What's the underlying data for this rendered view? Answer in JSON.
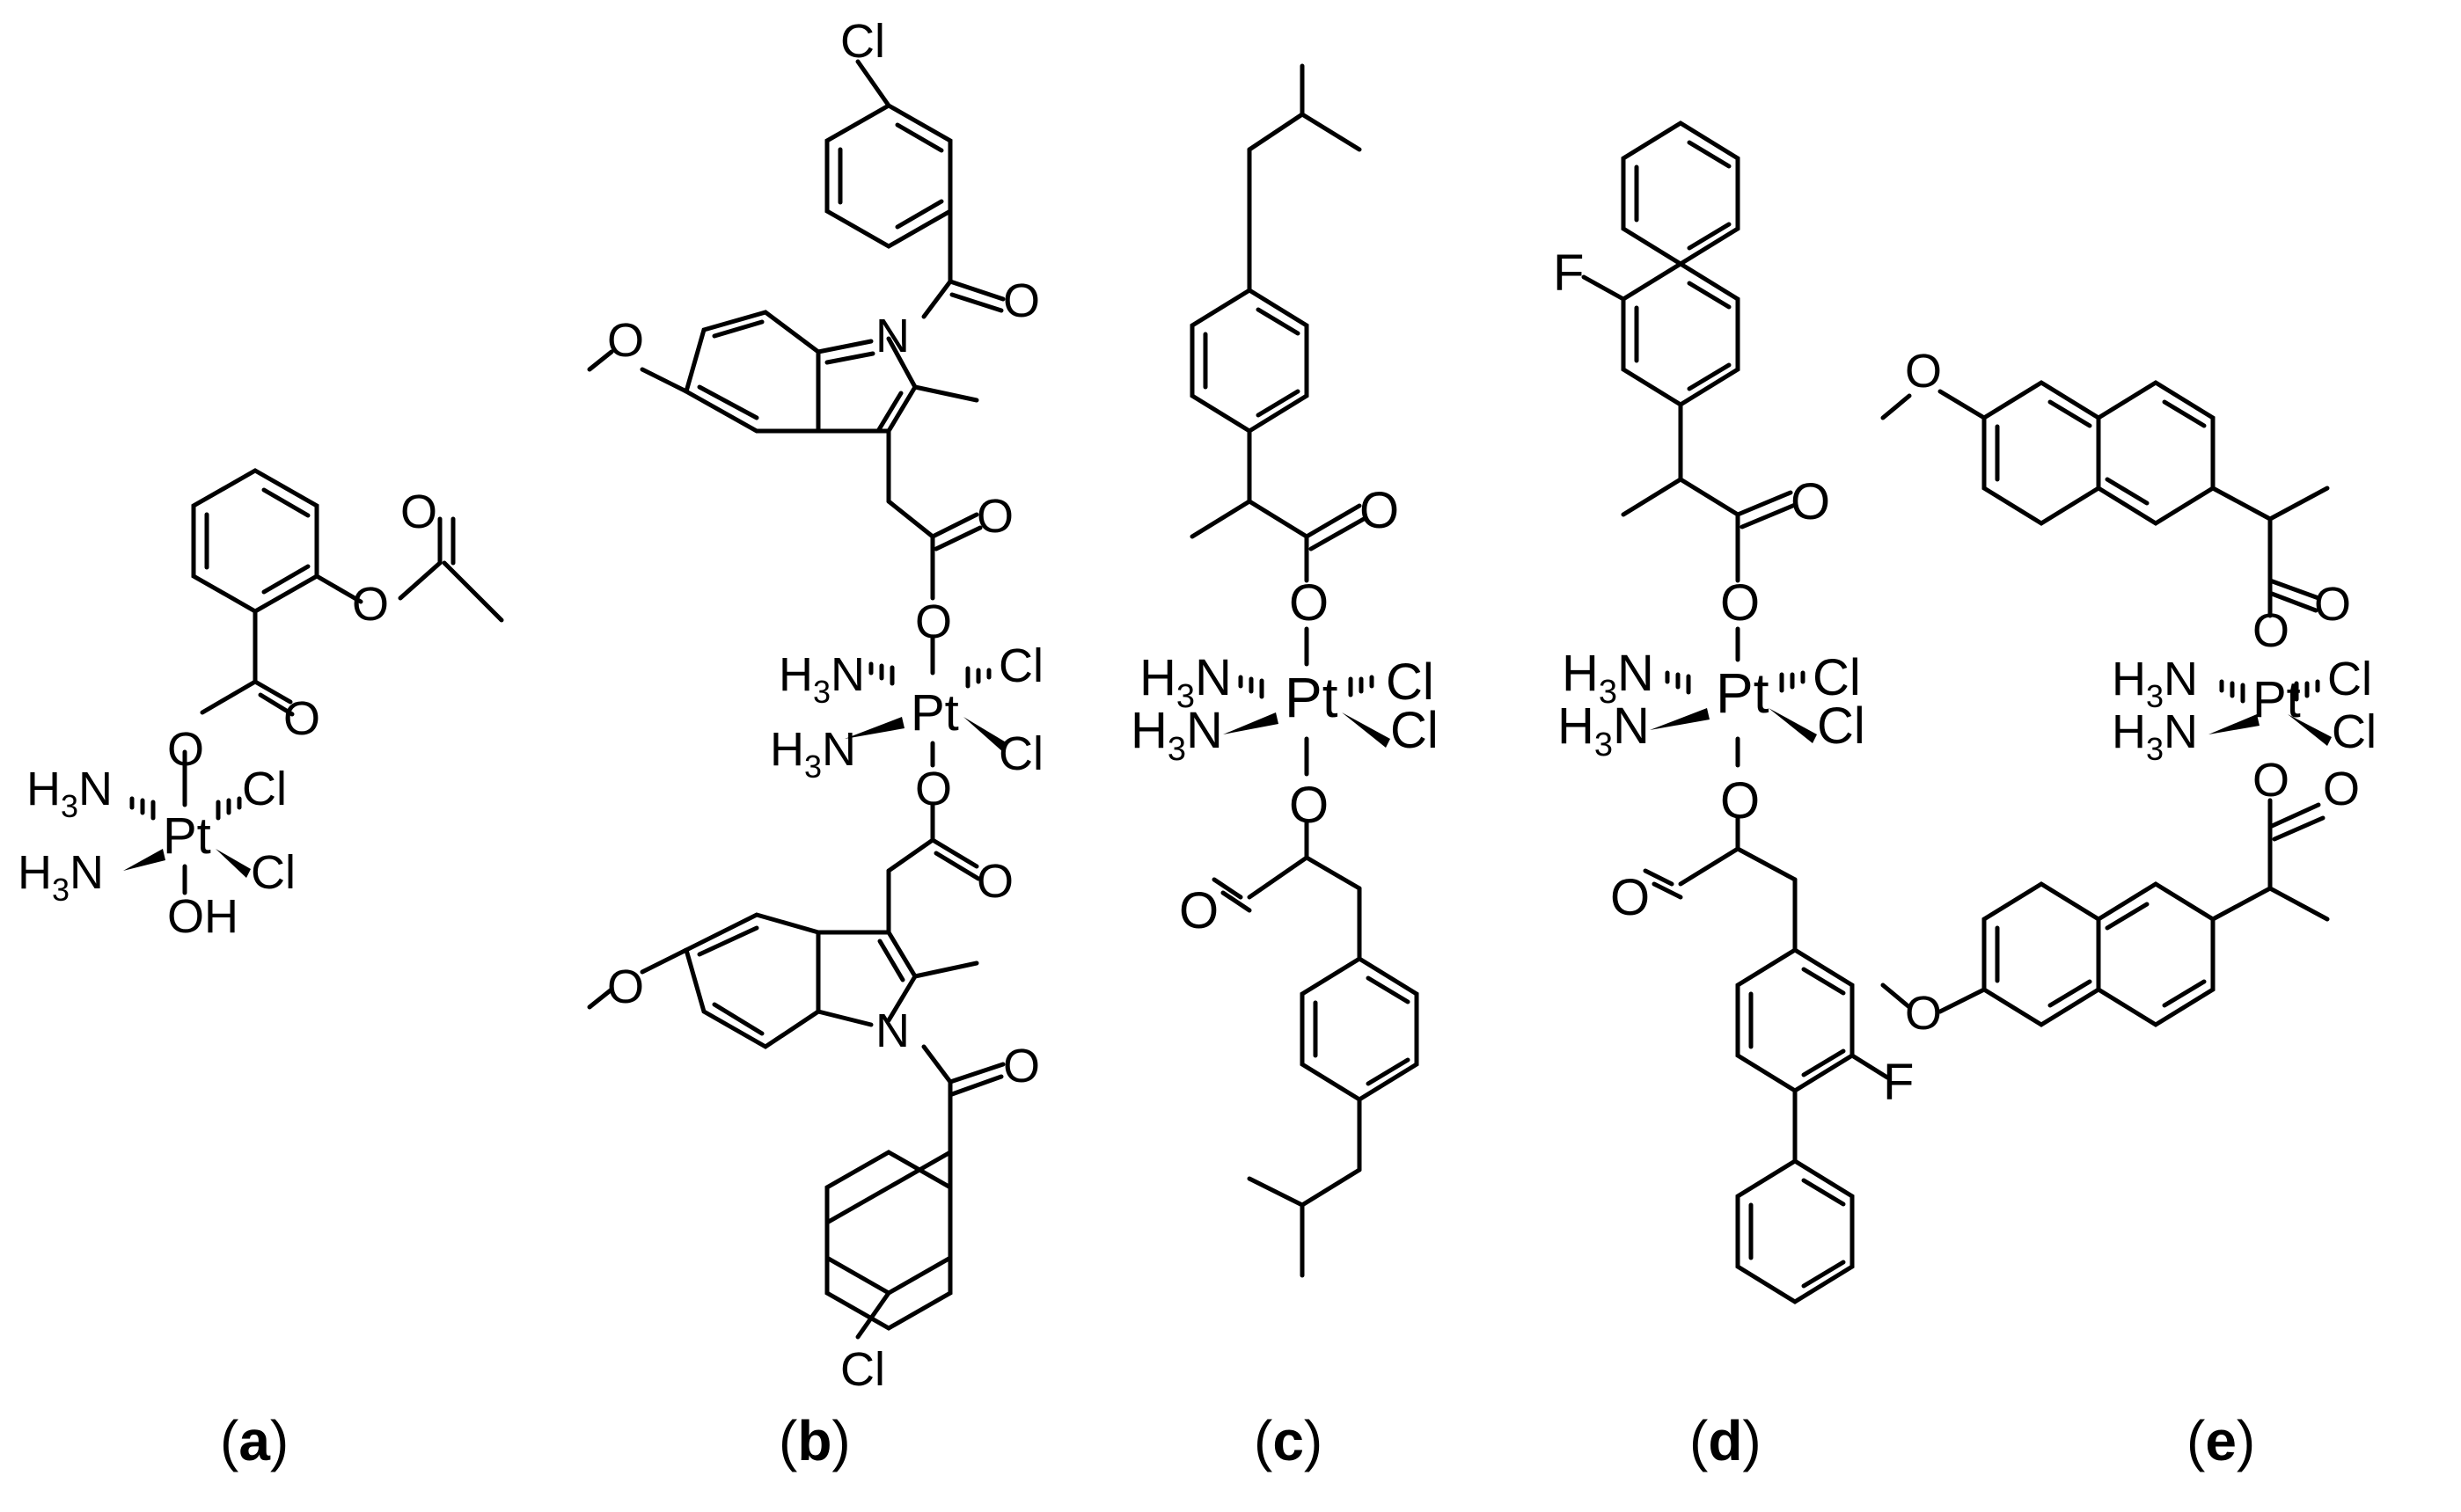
{
  "atoms": {
    "pt": "Pt",
    "cl": "Cl",
    "o": "O",
    "n": "N",
    "f": "F",
    "h3n_h": "H",
    "h3n_sub": "3",
    "h3n_n": "N",
    "oh": "OH"
  },
  "panels": [
    {
      "id": "a",
      "letter": "a"
    },
    {
      "id": "b",
      "letter": "b"
    },
    {
      "id": "c",
      "letter": "c"
    },
    {
      "id": "d",
      "letter": "d"
    },
    {
      "id": "e",
      "letter": "e"
    }
  ],
  "label_open": "(",
  "label_close": ")"
}
